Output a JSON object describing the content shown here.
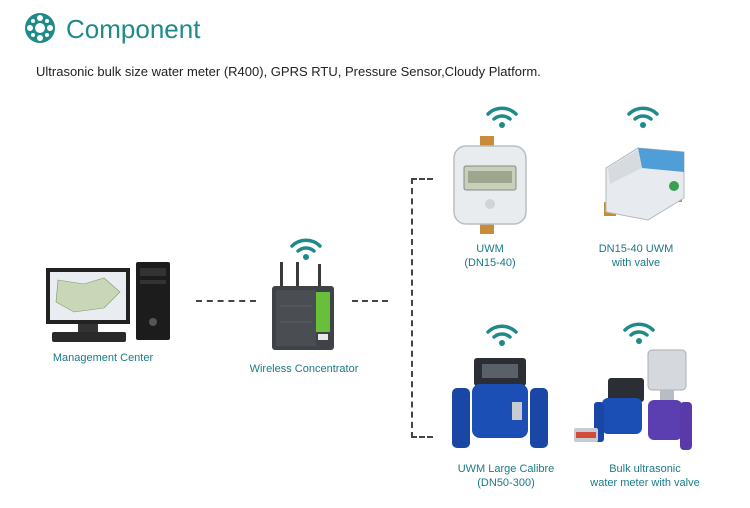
{
  "header": {
    "title": "Component",
    "subtitle": "Ultrasonic bulk size water meter (R400), GPRS RTU, Pressure Sensor,Cloudy Platform."
  },
  "nodes": {
    "management": {
      "label": "Management Center"
    },
    "concentrator": {
      "label": "Wireless Concentrator"
    },
    "uwm": {
      "label": "UWM\n(DN15-40)"
    },
    "uwm_valve": {
      "label": "DN15-40 UWM\nwith valve"
    },
    "uwm_large": {
      "label": "UWM Large Calibre\n(DN50-300)"
    },
    "bulk_valve": {
      "label": "Bulk ultrasonic\nwater meter with valve"
    }
  },
  "colors": {
    "accent": "#1f8a8a",
    "caption": "#1a7a86",
    "meter_blue": "#1b4fb5"
  },
  "icons": [
    "component-logo-icon",
    "wifi-icon"
  ]
}
